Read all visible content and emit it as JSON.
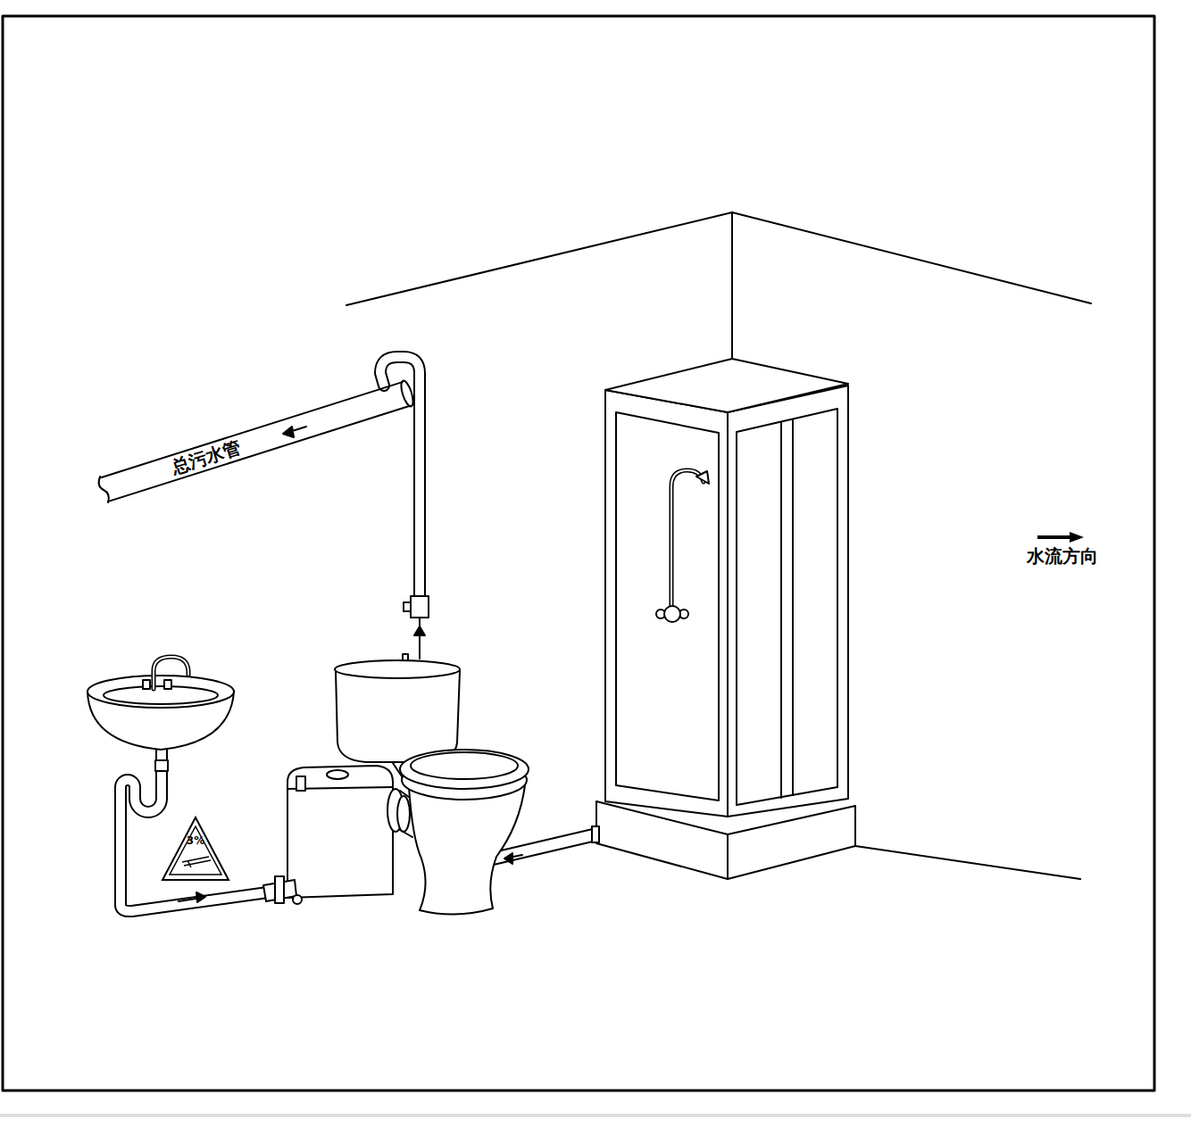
{
  "diagram": {
    "nodes": [
      {
        "text": [
          "总污水管"
        ]
      },
      {
        "text": [
          "3%"
        ]
      }
    ],
    "legend": [
      {
        "text": "水流方向"
      }
    ]
  }
}
